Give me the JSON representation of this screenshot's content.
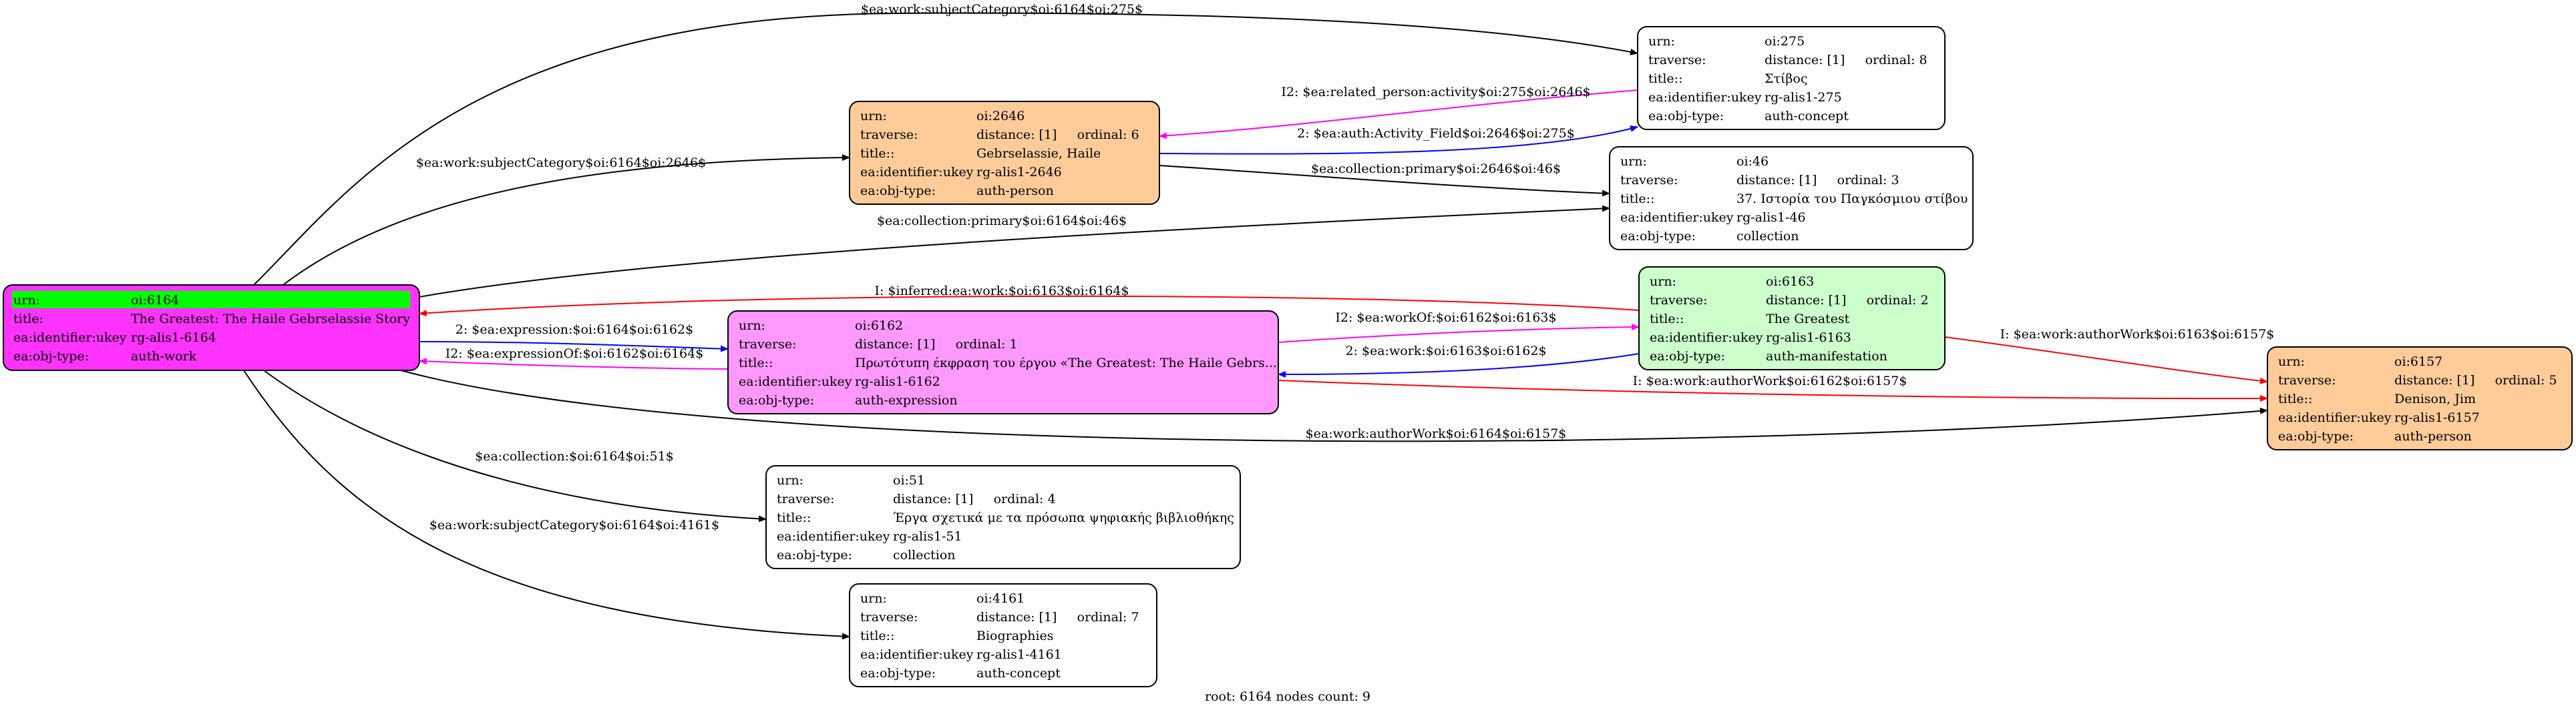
{
  "colors": {
    "black": "#000000",
    "red": "#ff0000",
    "blue": "#0000ff",
    "magenta": "#ff00ff",
    "orange_fill": "#ffcc99",
    "magenta_fill": "#ff33ff",
    "pink_fill": "#ff99ff",
    "green_fill": "#ccffcc",
    "highlight_green": "#00ff00",
    "white_fill": "#ffffff"
  },
  "field_labels": {
    "urn": "urn:",
    "traverse": "traverse:",
    "title": "title::",
    "root_title": "title:",
    "ukey": "ea:identifier:ukey",
    "obj_type": "ea:obj-type:"
  },
  "nodes": {
    "n6164": {
      "urn": "oi:6164",
      "title": "The Greatest: The Haile Gebrselassie Story",
      "ukey": "rg-alis1-6164",
      "obj_type": "auth-work"
    },
    "n2646": {
      "urn": "oi:2646",
      "traverse": "distance: [1]     ordinal: 6",
      "title": "Gebrselassie, Haile",
      "ukey": "rg-alis1-2646",
      "obj_type": "auth-person"
    },
    "n275": {
      "urn": "oi:275",
      "traverse": "distance: [1]     ordinal: 8",
      "title": "Στίβος",
      "ukey": "rg-alis1-275",
      "obj_type": "auth-concept"
    },
    "n46": {
      "urn": "oi:46",
      "traverse": "distance: [1]     ordinal: 3",
      "title": "37. Ιστορία του Παγκόσμιου στίβου",
      "ukey": "rg-alis1-46",
      "obj_type": "collection"
    },
    "n6163": {
      "urn": "oi:6163",
      "traverse": "distance: [1]     ordinal: 2",
      "title": "The Greatest",
      "ukey": "rg-alis1-6163",
      "obj_type": "auth-manifestation"
    },
    "n6162": {
      "urn": "oi:6162",
      "traverse": "distance: [1]     ordinal: 1",
      "title": "Πρωτότυπη έκφραση του έργου «The Greatest: The Haile Gebrs...",
      "ukey": "rg-alis1-6162",
      "obj_type": "auth-expression"
    },
    "n6157": {
      "urn": "oi:6157",
      "traverse": "distance: [1]     ordinal: 5",
      "title": "Denison, Jim",
      "ukey": "rg-alis1-6157",
      "obj_type": "auth-person"
    },
    "n51": {
      "urn": "oi:51",
      "traverse": "distance: [1]     ordinal: 4",
      "title": "Έργα σχετικά με τα πρόσωπα ψηφιακής βιβλιοθήκης",
      "ukey": "rg-alis1-51",
      "obj_type": "collection"
    },
    "n4161": {
      "urn": "oi:4161",
      "traverse": "distance: [1]     ordinal: 7",
      "title": "Biographies",
      "ukey": "rg-alis1-4161",
      "obj_type": "auth-concept"
    }
  },
  "edges": {
    "e_work_subj_275": "$ea:work:subjectCategory$oi:6164$oi:275$",
    "e_work_subj_2646": "$ea:work:subjectCategory$oi:6164$oi:2646$",
    "e_related_person": "I2: $ea:related_person:activity$oi:275$oi:2646$",
    "e_auth_activity": "2: $ea:auth:Activity_Field$oi:2646$oi:275$",
    "e_coll_primary_2646": "$ea:collection:primary$oi:2646$oi:46$",
    "e_coll_primary_6164": "$ea:collection:primary$oi:6164$oi:46$",
    "e_inferred_work": "I: $inferred:ea:work:$oi:6163$oi:6164$",
    "e_expression": "2: $ea:expression:$oi:6164$oi:6162$",
    "e_expression_of": "I2: $ea:expressionOf:$oi:6162$oi:6164$",
    "e_work_of": "I2: $ea:workOf:$oi:6162$oi:6163$",
    "e_work": "2: $ea:work:$oi:6163$oi:6162$",
    "e_author_6163": "I: $ea:work:authorWork$oi:6163$oi:6157$",
    "e_author_6162": "I: $ea:work:authorWork$oi:6162$oi:6157$",
    "e_author_6164": "$ea:work:authorWork$oi:6164$oi:6157$",
    "e_collection_51": "$ea:collection:$oi:6164$oi:51$",
    "e_work_subj_4161": "$ea:work:subjectCategory$oi:6164$oi:4161$"
  },
  "footer": "root: 6164 nodes count: 9"
}
